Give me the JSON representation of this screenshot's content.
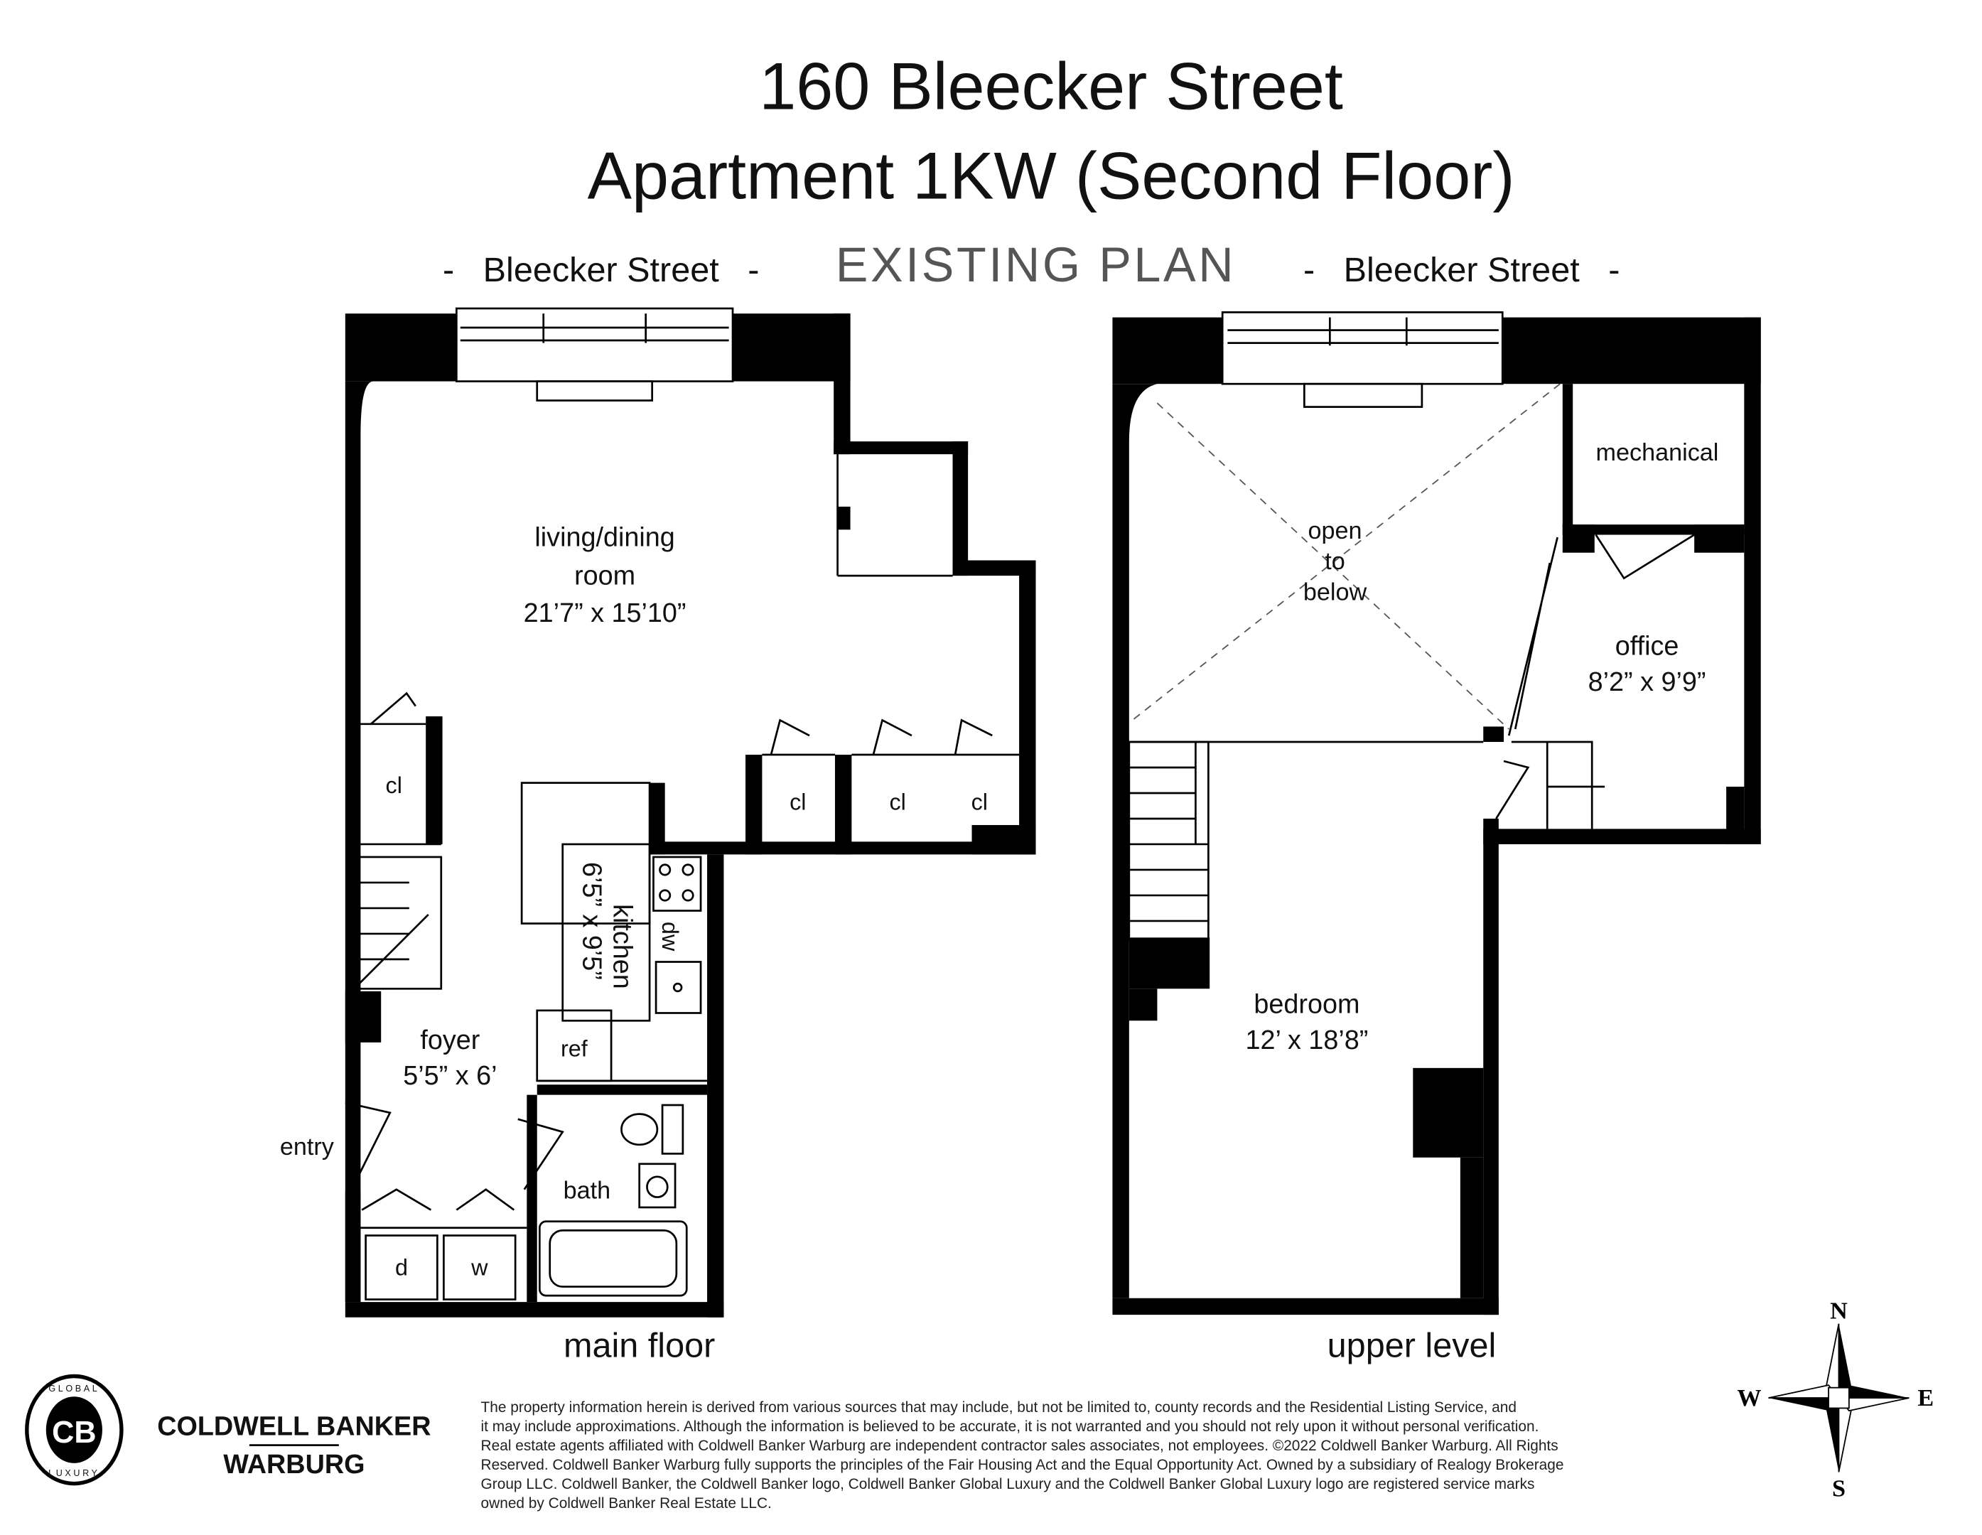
{
  "header": {
    "title": "160 Bleecker Street",
    "subtitle": "Apartment 1KW (Second Floor)",
    "plan_label": "EXISTING PLAN",
    "street_left": "-   Bleecker Street   -",
    "street_right": "-   Bleecker Street   -"
  },
  "main_floor": {
    "label": "main floor",
    "living_name_1": "living/dining",
    "living_name_2": "room",
    "living_dims": "21’7” x 15’10”",
    "kitchen_name": "kitchen",
    "kitchen_dims": "6’5” x 9’5”",
    "foyer_name": "foyer",
    "foyer_dims": "5’5” x 6’",
    "bath": "bath",
    "ref": "ref",
    "dw": "dw",
    "entry": "entry",
    "cl": "cl",
    "d": "d",
    "w": "w"
  },
  "upper_level": {
    "label": "upper level",
    "open_1": "open",
    "open_2": "to",
    "open_3": "below",
    "mechanical": "mechanical",
    "office_name": "office",
    "office_dims": "8’2” x 9’9”",
    "bedroom_name": "bedroom",
    "bedroom_dims": "12’ x 18’8”"
  },
  "compass": {
    "n": "N",
    "s": "S",
    "e": "E",
    "w": "W"
  },
  "logo": {
    "brand_1": "COLDWELL BANKER",
    "brand_2": "WARBURG",
    "seal_top": "GLOBAL",
    "seal_bottom": "LUXURY",
    "seal_mark": "CB"
  },
  "disclaimer": [
    "The property information herein is derived from various sources that may include, but not be limited to, county records and the Residential Listing Service, and",
    "it may include approximations. Although the information is believed to be accurate, it is not warranted and you should not rely upon it without personal verification.",
    "Real estate agents affiliated with Coldwell Banker Warburg are independent contractor sales associates, not employees. ©2022 Coldwell Banker Warburg. All Rights",
    "Reserved. Coldwell Banker Warburg fully supports the principles of the Fair Housing Act and the Equal Opportunity Act. Owned by a subsidiary of Realogy Brokerage",
    "Group LLC. Coldwell Banker, the Coldwell Banker logo, Coldwell Banker Global Luxury and the Coldwell Banker Global Luxury logo are registered service marks",
    "owned by Coldwell Banker Real Estate LLC."
  ]
}
